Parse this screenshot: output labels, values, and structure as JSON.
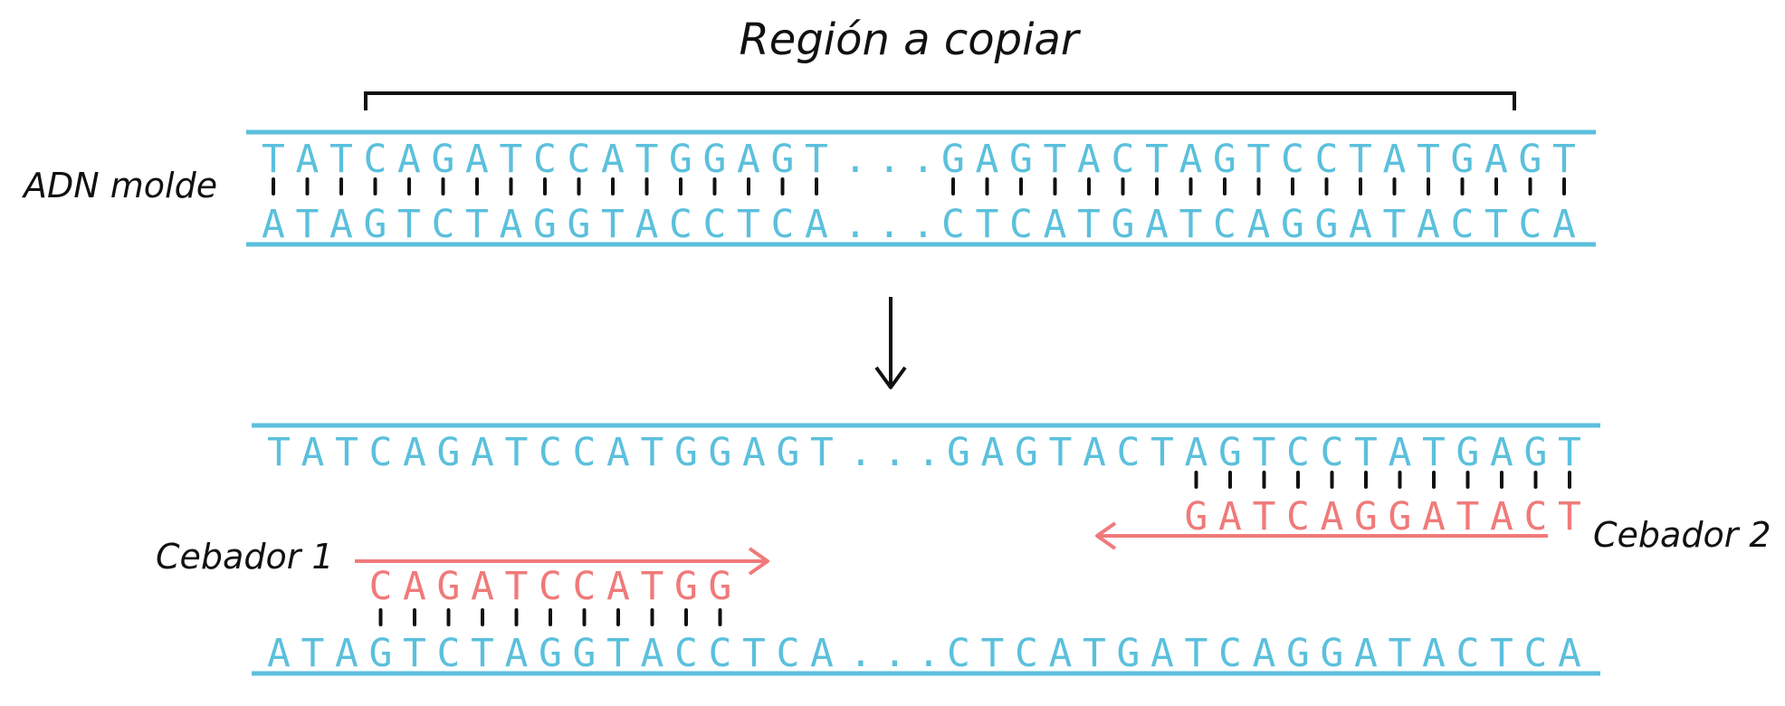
{
  "title": "Región a copiar",
  "labels": {
    "template": "ADN molde",
    "primer1": "Cebador 1",
    "primer2": "Cebador 2"
  },
  "colors": {
    "dna": "#5bc0dc",
    "primer": "#f07a7a",
    "ink": "#111111"
  },
  "sequences": {
    "top_left": "TATCAGATCCATGGAGT",
    "top_right": "GAGTACTAGTCCTATGAGT",
    "bottom_left": "ATAGTCTAGGTACCTCA",
    "bottom_right": "CTCATGATCAGGATACTCA",
    "gap": "...",
    "primer1": "CAGATCCATGG",
    "primer2": "GATCAGGATACT"
  }
}
